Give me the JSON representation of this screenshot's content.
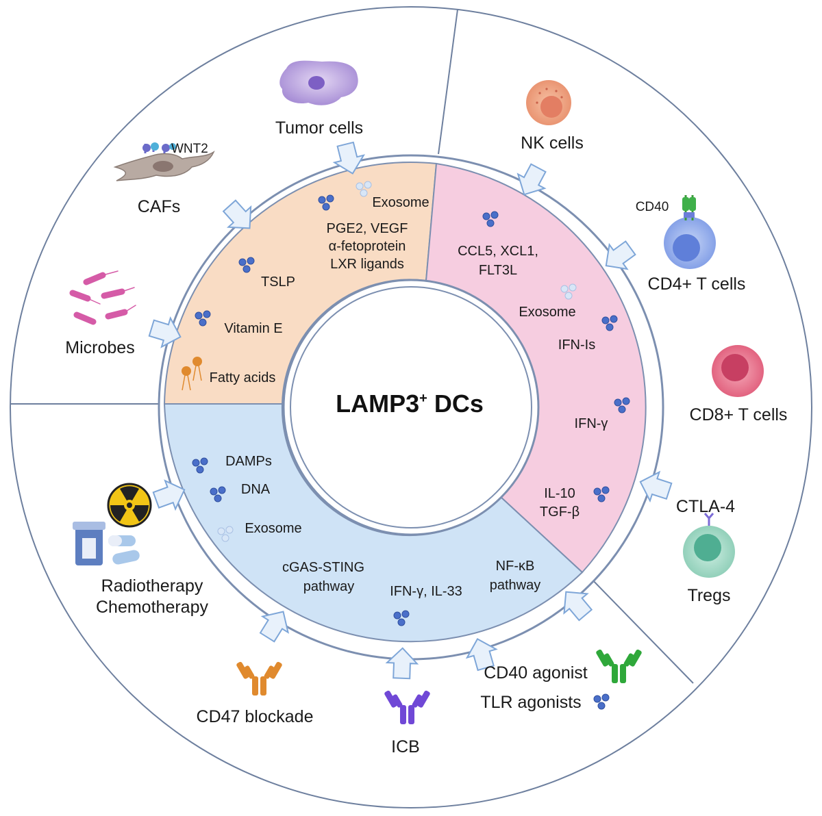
{
  "center": {
    "title": "LAMP3",
    "superscript": "+",
    "suffix": " DCs"
  },
  "outer": {
    "tumor_cells": "Tumor cells",
    "wnt2": "WNT2",
    "cafs": "CAFs",
    "microbes": "Microbes",
    "nk_cells": "NK cells",
    "cd40": "CD40",
    "cd4_t_cells": "CD4+ T cells",
    "cd8_t_cells": "CD8+ T cells",
    "ctla4": "CTLA-4",
    "tregs": "Tregs",
    "radiotherapy": "Radiotherapy",
    "chemotherapy": "Chemotherapy",
    "cd47_blockade": "CD47 blockade",
    "icb": "ICB",
    "cd40_agonist": "CD40 agonist",
    "tlr_agonists": "TLR agonists"
  },
  "tumor_segment": {
    "exosome": "Exosome",
    "pge2": "PGE2, VEGF",
    "afp": "α-fetoprotein",
    "lxr": "LXR ligands",
    "tslp": "TSLP",
    "vitamin_e": "Vitamin E",
    "fatty_acids": "Fatty acids"
  },
  "immune_segment": {
    "ccl5": "CCL5, XCL1,",
    "flt3l": "FLT3L",
    "exosome": "Exosome",
    "ifn_is": "IFN-Is",
    "ifn_g": "IFN-γ",
    "il10": "IL-10",
    "tgfb": "TGF-β"
  },
  "therapy_segment": {
    "damps": "DAMPs",
    "dna": "DNA",
    "exosome": "Exosome",
    "cgas": "cGAS-STING",
    "cgas_pathway": "pathway",
    "nfkb": "NF-κB",
    "nfkb_pathway": "pathway",
    "ifng_il33": "IFN-γ, IL-33"
  },
  "colors": {
    "tumor_segment": "#f9dcc4",
    "immune_segment": "#f6cde0",
    "therapy_segment": "#cfe3f6",
    "ring_line": "#7c8fb0",
    "arrow_fill": "#e8f1fb",
    "arrow_stroke": "#7ea6d8",
    "molecule": "#4a6fc9"
  }
}
